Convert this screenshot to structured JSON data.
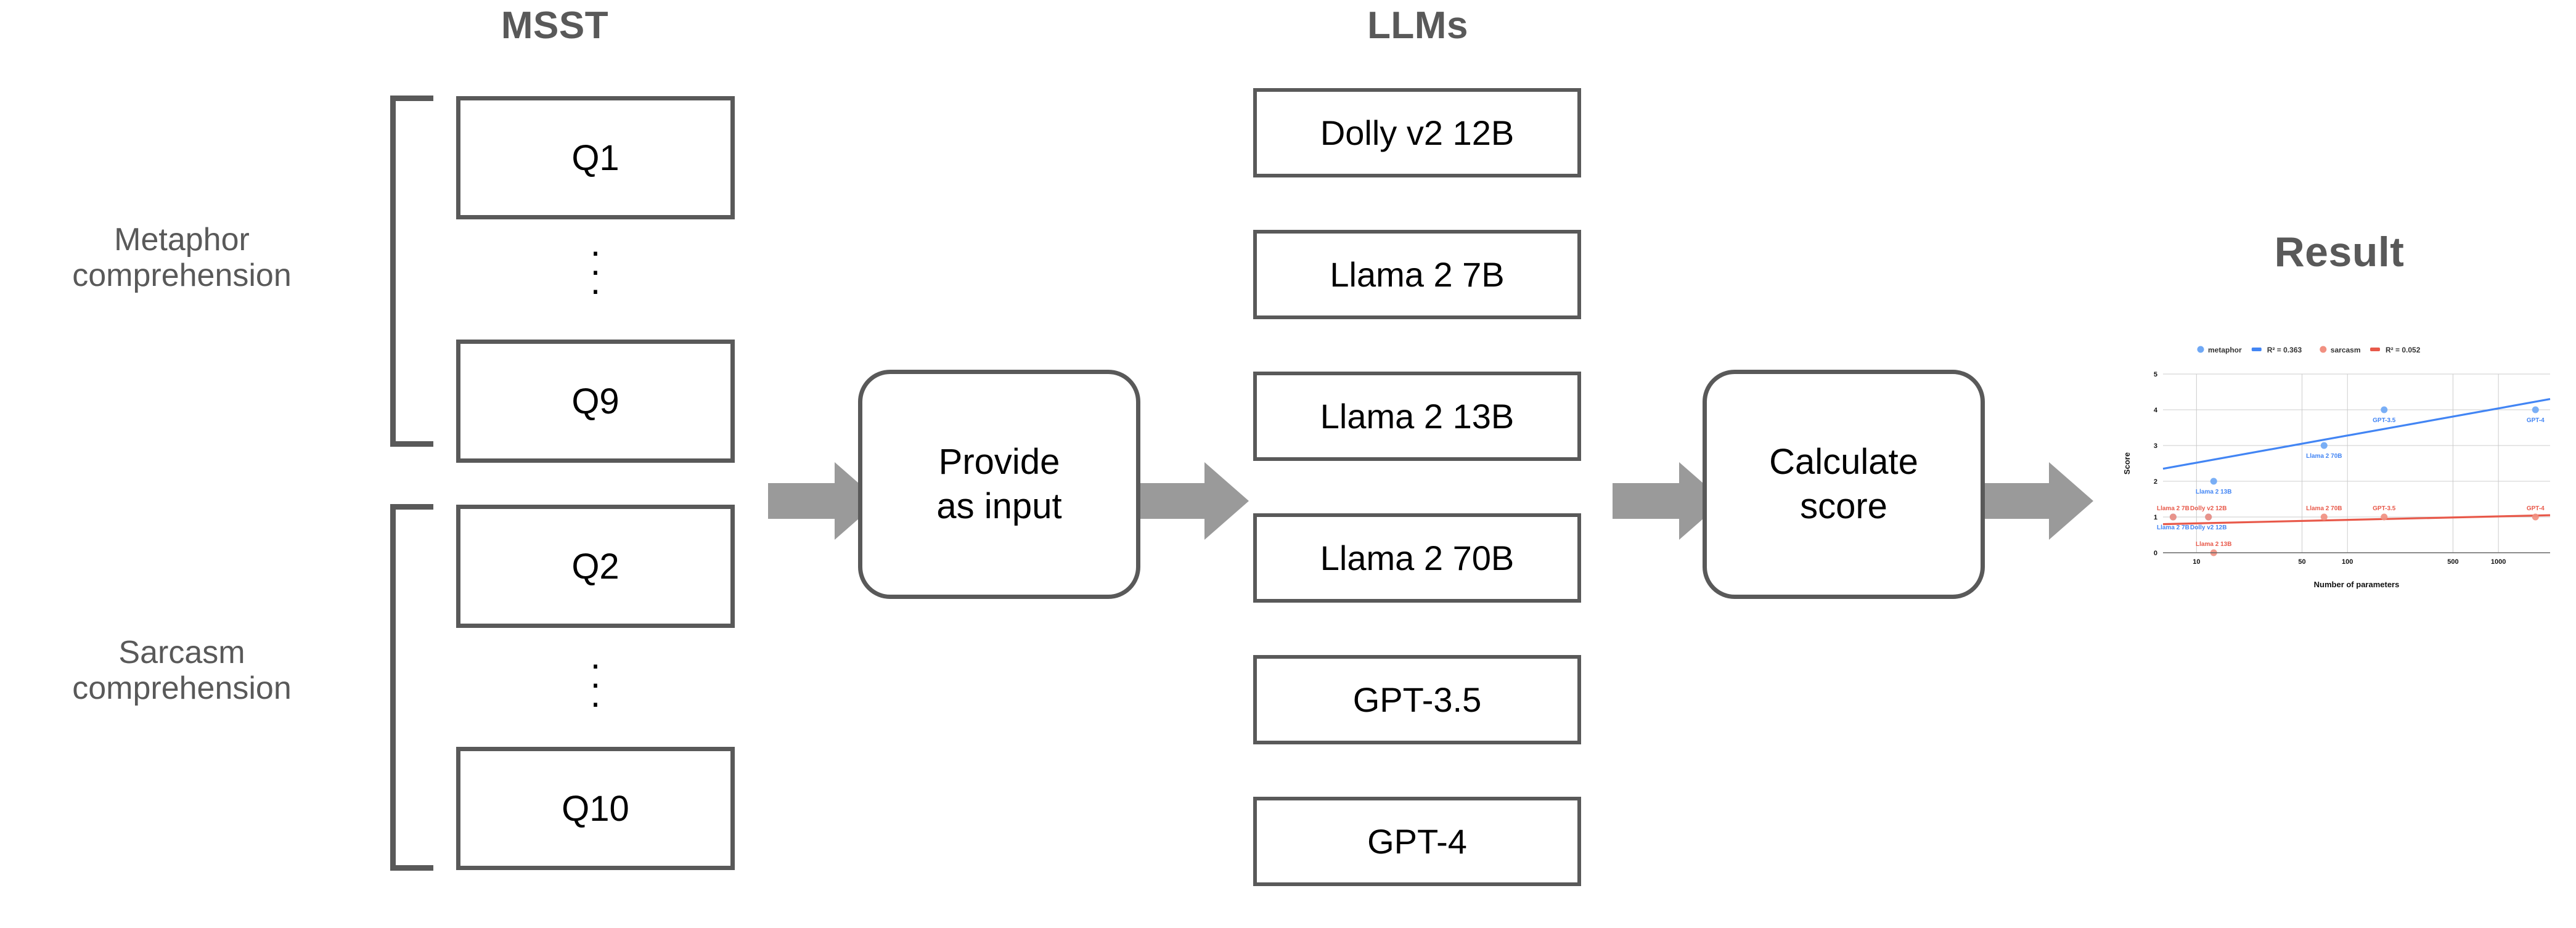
{
  "columns": {
    "msst_title": "MSST",
    "llms_title": "LLMs",
    "result_title": "Result"
  },
  "msst": {
    "groups": [
      {
        "label": "Metaphor\ncomprehension",
        "first_question": "Q1",
        "last_question": "Q9",
        "ellipsis": "⋮"
      },
      {
        "label": "Sarcasm\ncomprehension",
        "first_question": "Q2",
        "last_question": "Q10",
        "ellipsis": "⋮"
      }
    ]
  },
  "process": {
    "provide_label": "Provide\nas input",
    "calculate_label": "Calculate\nscore"
  },
  "llms": {
    "items": [
      {
        "label": "Dolly v2 12B"
      },
      {
        "label": "Llama 2 7B"
      },
      {
        "label": "Llama 2 13B"
      },
      {
        "label": "Llama 2 70B"
      },
      {
        "label": "GPT-3.5"
      },
      {
        "label": "GPT-4"
      }
    ]
  },
  "colors": {
    "arrow_gray": "#9a9a9a",
    "outline_gray": "#595959",
    "metaphor_blue": "#4285f4",
    "metaphor_point": "#6fa8f5",
    "sarcasm_red": "#e8594a",
    "sarcasm_point": "#f19081",
    "grid_gray": "#cccccc"
  },
  "chart_data": {
    "type": "scatter",
    "title": "",
    "xlabel": "Number of parameters",
    "ylabel": "Score",
    "xscale": "log",
    "xlim": [
      6,
      2200
    ],
    "ylim": [
      0,
      5
    ],
    "yticks": [
      0,
      1,
      2,
      3,
      4,
      5
    ],
    "xticks": [
      10,
      50,
      100,
      500,
      1000
    ],
    "xtick_labels": [
      "10",
      "50",
      "100",
      "500",
      "1000"
    ],
    "grid": true,
    "legend_position": "top",
    "legend": [
      {
        "name": "metaphor",
        "marker": "circle",
        "color": "#6fa8f5"
      },
      {
        "name": "R² = 0.363",
        "marker": "line",
        "color": "#4285f4"
      },
      {
        "name": "sarcasm",
        "marker": "circle",
        "color": "#f19081"
      },
      {
        "name": "R² = 0.052",
        "marker": "line",
        "color": "#e8594a"
      }
    ],
    "series": [
      {
        "name": "metaphor",
        "color": "#6fa8f5",
        "trend_color": "#4285f4",
        "r_squared": 0.363,
        "points": [
          {
            "label": "Llama 2 7B",
            "x": 7,
            "y": 1
          },
          {
            "label": "Dolly v2 12B",
            "x": 12,
            "y": 1
          },
          {
            "label": "Llama 2 13B",
            "x": 13,
            "y": 2
          },
          {
            "label": "Llama 2 70B",
            "x": 70,
            "y": 3
          },
          {
            "label": "GPT-3.5",
            "x": 175,
            "y": 4
          },
          {
            "label": "GPT-4",
            "x": 1760,
            "y": 4
          }
        ],
        "trendline": {
          "y_at_xmin": 2.35,
          "y_at_xmax": 4.3
        }
      },
      {
        "name": "sarcasm",
        "color": "#f19081",
        "trend_color": "#e8594a",
        "r_squared": 0.052,
        "points": [
          {
            "label": "Llama 2 7B",
            "x": 7,
            "y": 1
          },
          {
            "label": "Dolly v2 12B",
            "x": 12,
            "y": 1
          },
          {
            "label": "Llama 2 13B",
            "x": 13,
            "y": 0
          },
          {
            "label": "Llama 2 70B",
            "x": 70,
            "y": 1
          },
          {
            "label": "GPT-3.5",
            "x": 175,
            "y": 1
          },
          {
            "label": "GPT-4",
            "x": 1760,
            "y": 1
          }
        ],
        "trendline": {
          "y_at_xmin": 0.8,
          "y_at_xmax": 1.05
        }
      }
    ]
  }
}
